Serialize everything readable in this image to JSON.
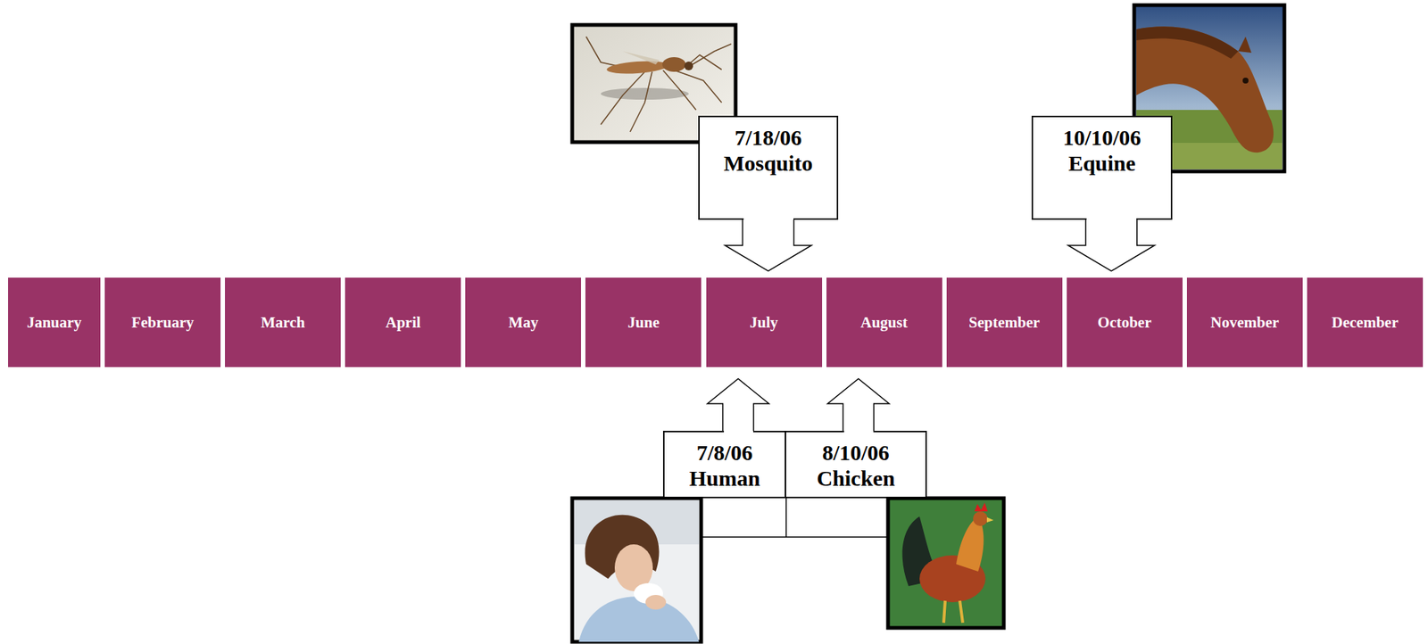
{
  "diagram": {
    "nodes": [
      {
        "text": [
          "7/18/06",
          "Mosquito"
        ]
      },
      {
        "text": [
          "10/10/06",
          "Equine"
        ]
      },
      {
        "text": [
          "January"
        ]
      },
      {
        "text": [
          "February"
        ]
      },
      {
        "text": [
          "March"
        ]
      },
      {
        "text": [
          "April"
        ]
      },
      {
        "text": [
          "May"
        ]
      },
      {
        "text": [
          "June"
        ]
      },
      {
        "text": [
          "July"
        ]
      },
      {
        "text": [
          "August"
        ]
      },
      {
        "text": [
          "September"
        ]
      },
      {
        "text": [
          "October"
        ]
      },
      {
        "text": [
          "November"
        ]
      },
      {
        "text": [
          "December"
        ]
      },
      {
        "text": [
          "7/8/06",
          "Human"
        ]
      },
      {
        "text": [
          "8/10/06",
          "Chicken"
        ]
      }
    ],
    "edges": [
      {
        "from": 0,
        "to": 8,
        "arrow": "to"
      },
      {
        "from": 1,
        "to": 11,
        "arrow": "to"
      },
      {
        "from": 14,
        "to": 8,
        "arrow": "to"
      },
      {
        "from": 15,
        "to": 9,
        "arrow": "to"
      }
    ]
  }
}
